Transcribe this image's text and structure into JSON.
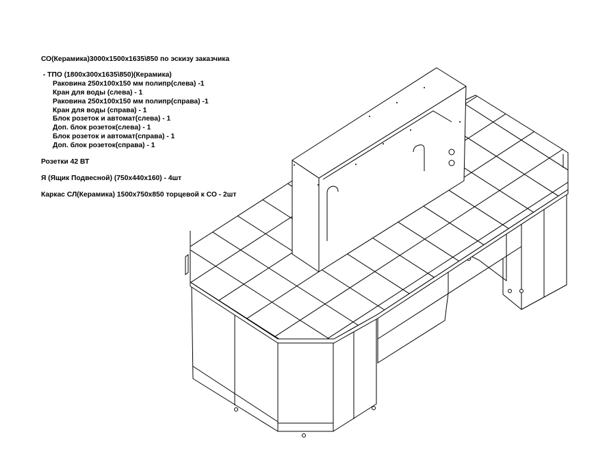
{
  "spec": {
    "title": "СО(Керамика)3000x1500x1635\\850 по эскизу заказчика",
    "shelf": {
      "name": " - ТПО (1800x300x1635\\850)(Керамика)",
      "items": [
        "Раковина 250x100x150 мм полипр(слева) -1",
        "Кран для воды (слева) - 1",
        "Раковина 250x100x150 мм полипр(справа) -1",
        "Кран для воды (справа) - 1",
        "Блок розеток и автомат(слева) - 1",
        "Доп. блок розеток(слева) - 1",
        "Блок розеток и автомат(справа) - 1",
        "Доп. блок розеток(справа) - 1"
      ]
    },
    "sockets": "Розетки 42 ВТ",
    "drawer": "Я (Ящик Подвесной) (750x440x160) - 4шт",
    "frame": "Каркас СЛ(Керамика) 1500x750x850 торцевой к СО - 2шт"
  }
}
